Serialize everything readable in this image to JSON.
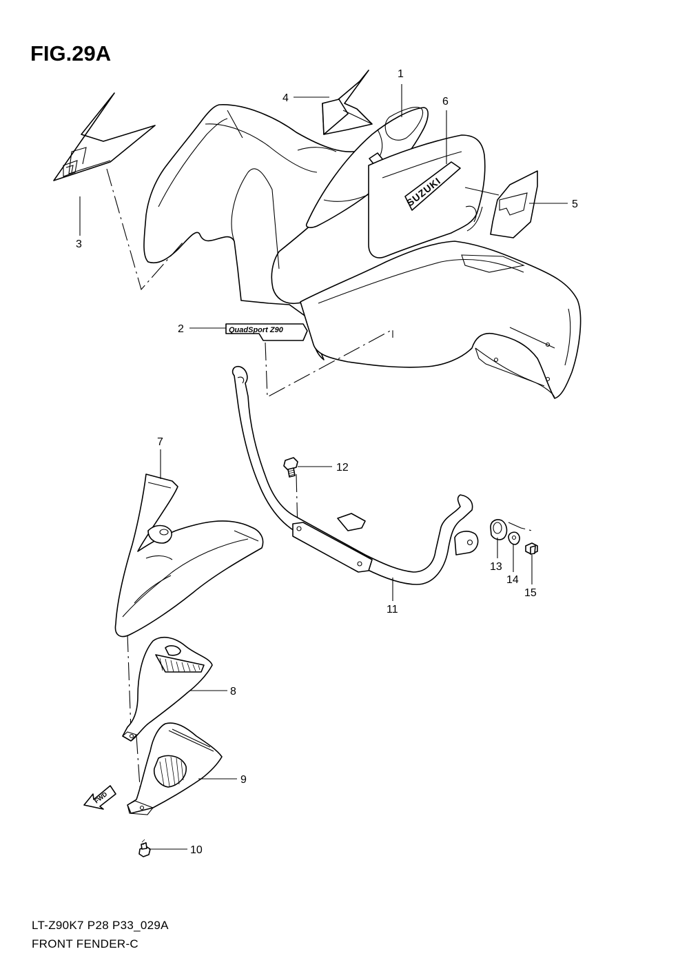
{
  "figure": {
    "title": "FIG.29A",
    "model_code": "LT-Z90K7 P28 P33_029A",
    "section_name": "FRONT FENDER-C"
  },
  "decals": {
    "side_brand": "SUZUKI",
    "model_script": "QuadSport Z90",
    "direction_arrow": "FWD"
  },
  "callouts": [
    {
      "number": "1",
      "part": "front-fender"
    },
    {
      "number": "2",
      "part": "model-emblem-decal"
    },
    {
      "number": "3",
      "part": "left-side-decal"
    },
    {
      "number": "4",
      "part": "upper-left-decal"
    },
    {
      "number": "5",
      "part": "right-side-decal"
    },
    {
      "number": "6",
      "part": "suzuki-decal"
    },
    {
      "number": "7",
      "part": "front-cover"
    },
    {
      "number": "8",
      "part": "inner-cover-upper"
    },
    {
      "number": "9",
      "part": "inner-cover-lower"
    },
    {
      "number": "10",
      "part": "cover-screw"
    },
    {
      "number": "11",
      "part": "fender-brace"
    },
    {
      "number": "12",
      "part": "brace-bolt"
    },
    {
      "number": "13",
      "part": "rubber-cushion"
    },
    {
      "number": "14",
      "part": "washer"
    },
    {
      "number": "15",
      "part": "mounting-bolt"
    }
  ]
}
